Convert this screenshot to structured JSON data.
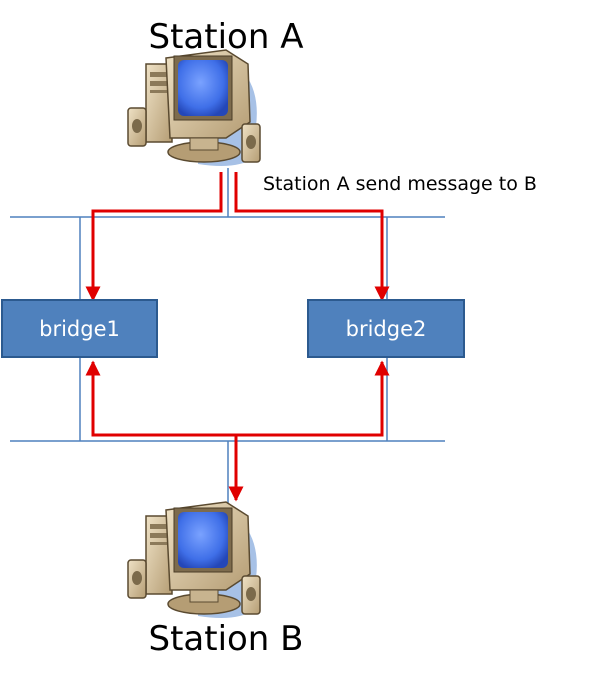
{
  "stations": {
    "a": {
      "label": "Station A"
    },
    "b": {
      "label": "Station B"
    }
  },
  "message": {
    "text": "Station A send message to B"
  },
  "bridges": [
    {
      "label": "bridge1"
    },
    {
      "label": "bridge2"
    }
  ],
  "colors": {
    "lan_line": "#4f81bd",
    "bridge_fill": "#4f81bd",
    "bridge_border": "#2c5a8f",
    "frame_path": "#e00000",
    "monitor_screen": "#3f6fe8",
    "case_beige": "#d9c7a7",
    "shadow": "#a7c1e6"
  },
  "icons": {
    "station_a": "desktop-computer-icon",
    "station_b": "desktop-computer-icon"
  }
}
